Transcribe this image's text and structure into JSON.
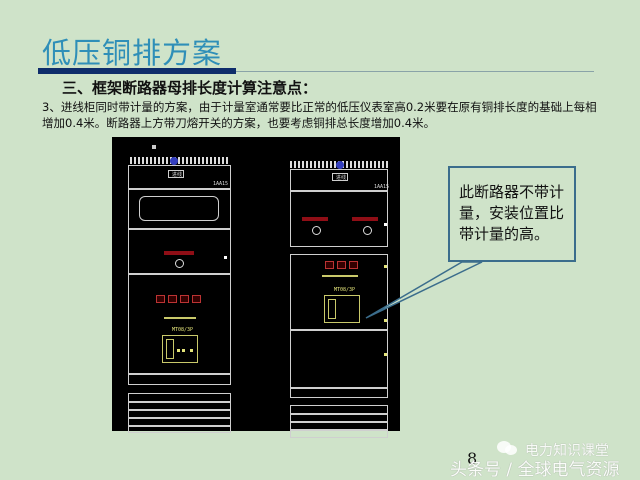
{
  "slide": {
    "title": "低压铜排方案",
    "subtitle": "三、框架断路器母排长度计算注意点：",
    "paragraph": "3、进线柜同时带计量的方案，由于计量室通常要比正常的低压仪表室高0.2米要在原有铜排长度的基础上每相增加0.4米。断路器上方带刀熔开关的方案，也要考虑铜排总长度增加0.4米。",
    "page_number": "8"
  },
  "callout": {
    "text": "此断路器不带计量，安装位置比带计量的高。"
  },
  "drawing": {
    "left_cabinet": {
      "top_label": "进线",
      "corner_label": "1AA15",
      "breaker_label": "MT08/3P"
    },
    "right_cabinet": {
      "top_label": "进线",
      "corner_label": "1AA15",
      "breaker_label": "MT08/3P"
    }
  },
  "watermark": {
    "line1": "电力知识课堂",
    "line2": "头条号 / 全球电气资源"
  },
  "colors": {
    "background": "#cfe3c9",
    "title": "#2f8fb8",
    "rule": "#0f2d6b",
    "callout_border": "#3b6d8c"
  }
}
